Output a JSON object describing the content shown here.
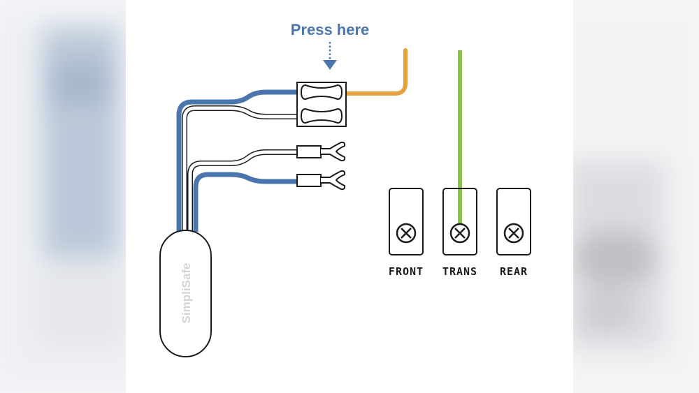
{
  "instruction": {
    "label": "Press here"
  },
  "device": {
    "brand": "SimpliSafe"
  },
  "terminals": [
    {
      "label": "FRONT"
    },
    {
      "label": "TRANS"
    },
    {
      "label": "REAR"
    }
  ],
  "colors": {
    "blue_wire": "#4a76ad",
    "orange_wire": "#e6a13e",
    "green_wire": "#8bc34a",
    "white_wire_outline": "#1b1b1b",
    "instruction_text": "#4a76ad"
  },
  "icons": {
    "connector": "lever-wire-connector-icon",
    "spade": "spade-terminal-icon",
    "screw": "screw-icon",
    "arrow": "arrow-down-icon"
  }
}
